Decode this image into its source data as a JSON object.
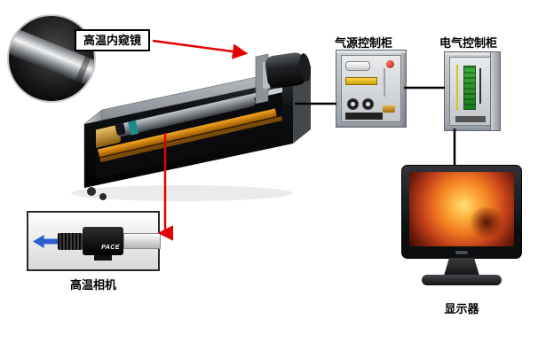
{
  "labels": {
    "endoscope": "高温内窥镜",
    "air_cabinet": "气源控制柜",
    "electric_cabinet": "电气控制柜",
    "camera": "高温相机",
    "monitor": "显示器"
  },
  "camera_photo": {
    "brand_text": "PACE"
  },
  "colors": {
    "red_connector": "#e60000",
    "black_connector": "#000000",
    "furnace_glow": "#ff8c1e",
    "cabinet_gray": "#b7bcc1"
  },
  "connections": [
    {
      "from": "endoscope-label",
      "to": "housing-camera-motor",
      "style": "red-arrow"
    },
    {
      "from": "housing",
      "to": "camera-photo",
      "style": "red-arrow"
    },
    {
      "from": "housing",
      "to": "air-cabinet",
      "style": "black-line"
    },
    {
      "from": "air-cabinet",
      "to": "electric-cabinet",
      "style": "black-line"
    },
    {
      "from": "electric-cabinet",
      "to": "monitor",
      "style": "black-line"
    }
  ]
}
